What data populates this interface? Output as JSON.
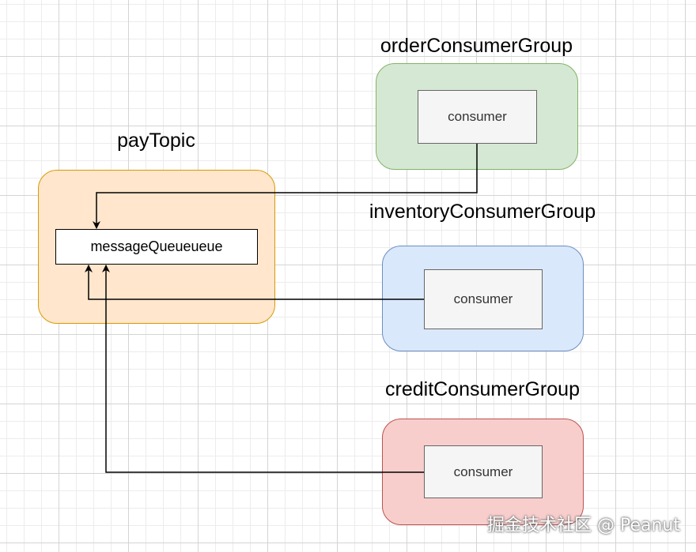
{
  "diagram": {
    "topic": {
      "label": "payTopic",
      "queue_label": "messageQueueueue",
      "fill": "#ffe6cc",
      "stroke": "#d79b00"
    },
    "groups": [
      {
        "id": "order",
        "label": "orderConsumerGroup",
        "node_label": "consumer",
        "fill": "#d5e8d4",
        "stroke": "#82b366"
      },
      {
        "id": "inventory",
        "label": "inventoryConsumerGroup",
        "node_label": "consumer",
        "fill": "#dae8fc",
        "stroke": "#6c8ebf"
      },
      {
        "id": "credit",
        "label": "creditConsumerGroup",
        "node_label": "consumer",
        "fill": "#f8cecc",
        "stroke": "#b85450"
      }
    ],
    "edges": [
      {
        "from": "order.consumer",
        "to": "topic.queue"
      },
      {
        "from": "inventory.consumer",
        "to": "topic.queue"
      },
      {
        "from": "credit.consumer",
        "to": "topic.queue"
      }
    ]
  },
  "watermark": "掘金技术社区 @ Peanut"
}
